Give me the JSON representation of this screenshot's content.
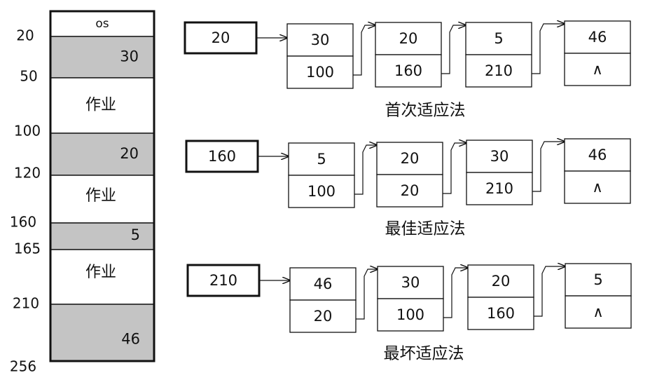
{
  "memory_map": {
    "address_labels": [
      "20",
      "50",
      "100",
      "120",
      "160",
      "165",
      "210",
      "256"
    ],
    "blocks": [
      {
        "label": "os",
        "kind": "os"
      },
      {
        "label": "30",
        "kind": "free"
      },
      {
        "label": "作业",
        "kind": "job"
      },
      {
        "label": "20",
        "kind": "free"
      },
      {
        "label": "作业",
        "kind": "job"
      },
      {
        "label": "5",
        "kind": "free"
      },
      {
        "label": "作业",
        "kind": "job"
      },
      {
        "label": "46",
        "kind": "free"
      }
    ]
  },
  "lists": [
    {
      "caption": "首次适应法",
      "head": "20",
      "nodes": [
        {
          "size": "30",
          "next": "100"
        },
        {
          "size": "20",
          "next": "160"
        },
        {
          "size": "5",
          "next": "210"
        },
        {
          "size": "46",
          "next": "∧"
        }
      ]
    },
    {
      "caption": "最佳适应法",
      "head": "160",
      "nodes": [
        {
          "size": "5",
          "next": "100"
        },
        {
          "size": "20",
          "next": "20"
        },
        {
          "size": "30",
          "next": "210"
        },
        {
          "size": "46",
          "next": "∧"
        }
      ]
    },
    {
      "caption": "最坏适应法",
      "head": "210",
      "nodes": [
        {
          "size": "46",
          "next": "20"
        },
        {
          "size": "30",
          "next": "100"
        },
        {
          "size": "20",
          "next": "160"
        },
        {
          "size": "5",
          "next": "∧"
        }
      ]
    }
  ],
  "colors": {
    "free_fill": "#c4c4c4",
    "job_fill": "#ffffff",
    "stroke": "#111111"
  }
}
